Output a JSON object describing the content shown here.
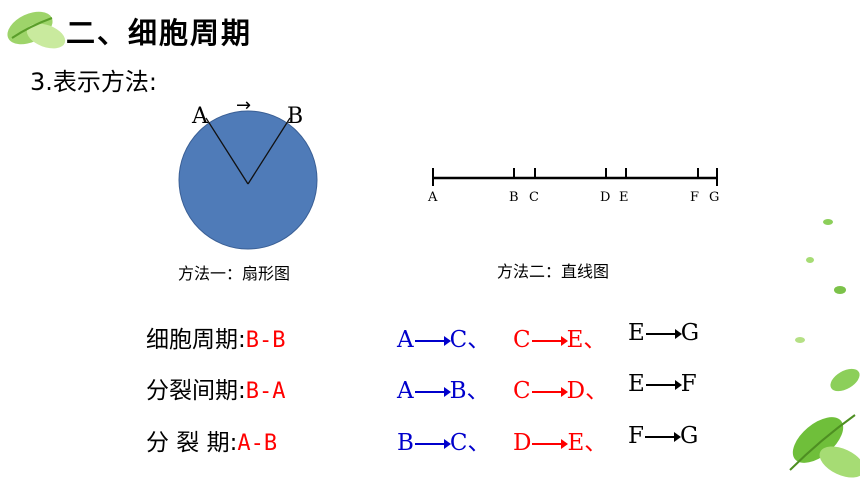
{
  "title": "二、细胞周期",
  "subtitle": "3.表示方法:",
  "pie": {
    "label_start": "A",
    "label_end": "B",
    "arrow": "→",
    "caption": "方法一：扇形图",
    "fill_color": "#4f7bb8"
  },
  "line": {
    "points": [
      "A",
      "B",
      "C",
      "D",
      "E",
      "F",
      "G"
    ],
    "caption": "方法二：直线图"
  },
  "rows": [
    {
      "label": "细胞周期",
      "colon": ":",
      "value": "B-B",
      "s1_from": "A",
      "s1_to": "C",
      "s1_sep": "、",
      "s2_from": "C",
      "s2_to": "E",
      "s2_sep": "、",
      "s3_from": "E",
      "s3_to": "G"
    },
    {
      "label": "分裂间期",
      "colon": ":",
      "value": "B-A",
      "s1_from": "A",
      "s1_to": "B",
      "s1_sep": "、",
      "s2_from": "C",
      "s2_to": "D",
      "s2_sep": "、",
      "s3_from": "E",
      "s3_to": "F"
    },
    {
      "label": "分 裂 期",
      "colon": ":",
      "value": "A-B",
      "s1_from": "B",
      "s1_to": "C",
      "s1_sep": "、",
      "s2_from": "D",
      "s2_to": "E",
      "s2_sep": "、",
      "s3_from": "F",
      "s3_to": "G"
    }
  ],
  "colors": {
    "blue": "#0000cc",
    "red": "#ff0000",
    "black": "#000000",
    "leaf": "#7cc24a"
  }
}
